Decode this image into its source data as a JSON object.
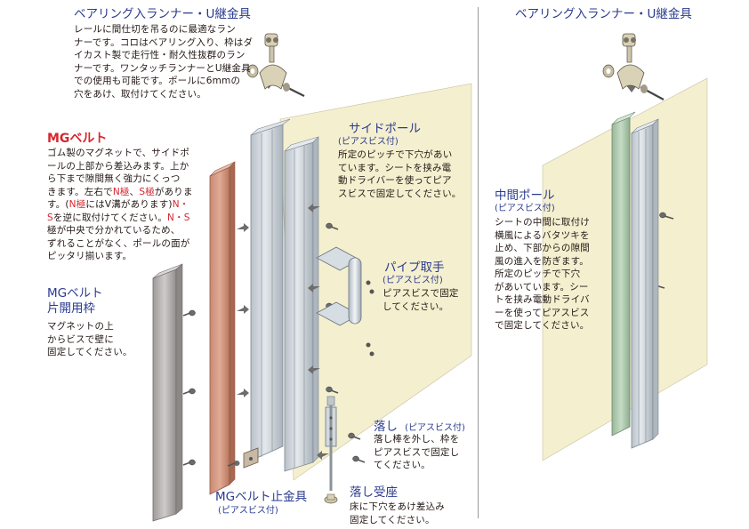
{
  "left": {
    "runner": {
      "title": "ベアリング入ランナー・U継金具",
      "lines": [
        "レールに間仕切を吊るのに最適なラン",
        "ナーです。コロはベアリング入り、枠はダ",
        "イカスト製で走行性・耐久性抜群のラン",
        "ナーです。ワンタッチランナーとU継金具",
        "での使用も可能です。ポールに6mmの",
        "穴をあけ、取付けてください。"
      ]
    },
    "mg_belt": {
      "title": "MGベルト",
      "lines": [
        "ゴム製のマグネットで、サイドポ",
        "ールの上部から差込みます。上か",
        "ら下まで隙間無く強力にくっつ"
      ],
      "line4_pre": "きます。左右で",
      "n_mark": "N極",
      "line4_mid": "、",
      "s_mark": "S極",
      "line4_post": "がありま",
      "line5_pre": "す。(",
      "line5_red": "N極",
      "line5_post": "にはV溝があります)",
      "line5_tail": "N・",
      "line6_red": "S",
      "line6_mid": "を逆に取付けてください。",
      "line6_tail": "N・S",
      "lines_after": [
        "極が中央で分かれているため、",
        "ずれることがなく、ポールの面が",
        "ピッタリ揃います。"
      ]
    },
    "mg_belt_single": {
      "title1": "MGベルト",
      "title2": "片開用枠",
      "lines": [
        "マグネットの上",
        "からビスで壁に",
        "固定してください。"
      ]
    },
    "side_pole": {
      "title": "サイドポール",
      "sub": "(ピアスビス付)",
      "lines": [
        "所定のピッチで下穴があい",
        "ています。シートを挟み電",
        "動ドライバーを使ってピア",
        "スビスで固定してください。"
      ]
    },
    "pipe_handle": {
      "title": "パイプ取手",
      "sub": "(ピアスビス付)",
      "lines": [
        "ピアスビスで固定",
        "してください。"
      ]
    },
    "drop": {
      "title": "落し",
      "sub": "(ピアスビス付)",
      "lines": [
        "落し棒を外し、枠を",
        "ピアスビスで固定し",
        "てください。"
      ]
    },
    "drop_seat": {
      "title": "落し受座",
      "lines": [
        "床に下穴をあけ差込み",
        "固定してください。"
      ]
    },
    "mg_stopper": {
      "title": "MGベルト止金具",
      "sub": "(ピアスビス付)"
    }
  },
  "right": {
    "runner_title": "ベアリング入ランナー・U継金具",
    "mid_pole": {
      "title": "中間ポール",
      "sub": "(ピアスビス付)",
      "lines": [
        "シートの中間に取付け",
        "横風によるバタツキを",
        "止め、下部からの隙間",
        "風の進入を防ぎます。",
        "所定のピッチで下穴",
        "があいています。シー",
        "トを挟み電動ドライバ",
        "ーを使ってピアスビス",
        "で固定してください。"
      ]
    }
  },
  "colors": {
    "heading": "#2a3b8f",
    "accent_red": "#d7262f",
    "sheet": "#f4efcf",
    "pole": "#c9d1d8",
    "mg_belt": "#cf917a",
    "mg_single": "#b8b4b4",
    "mid_strip": "#a9c7a9"
  }
}
